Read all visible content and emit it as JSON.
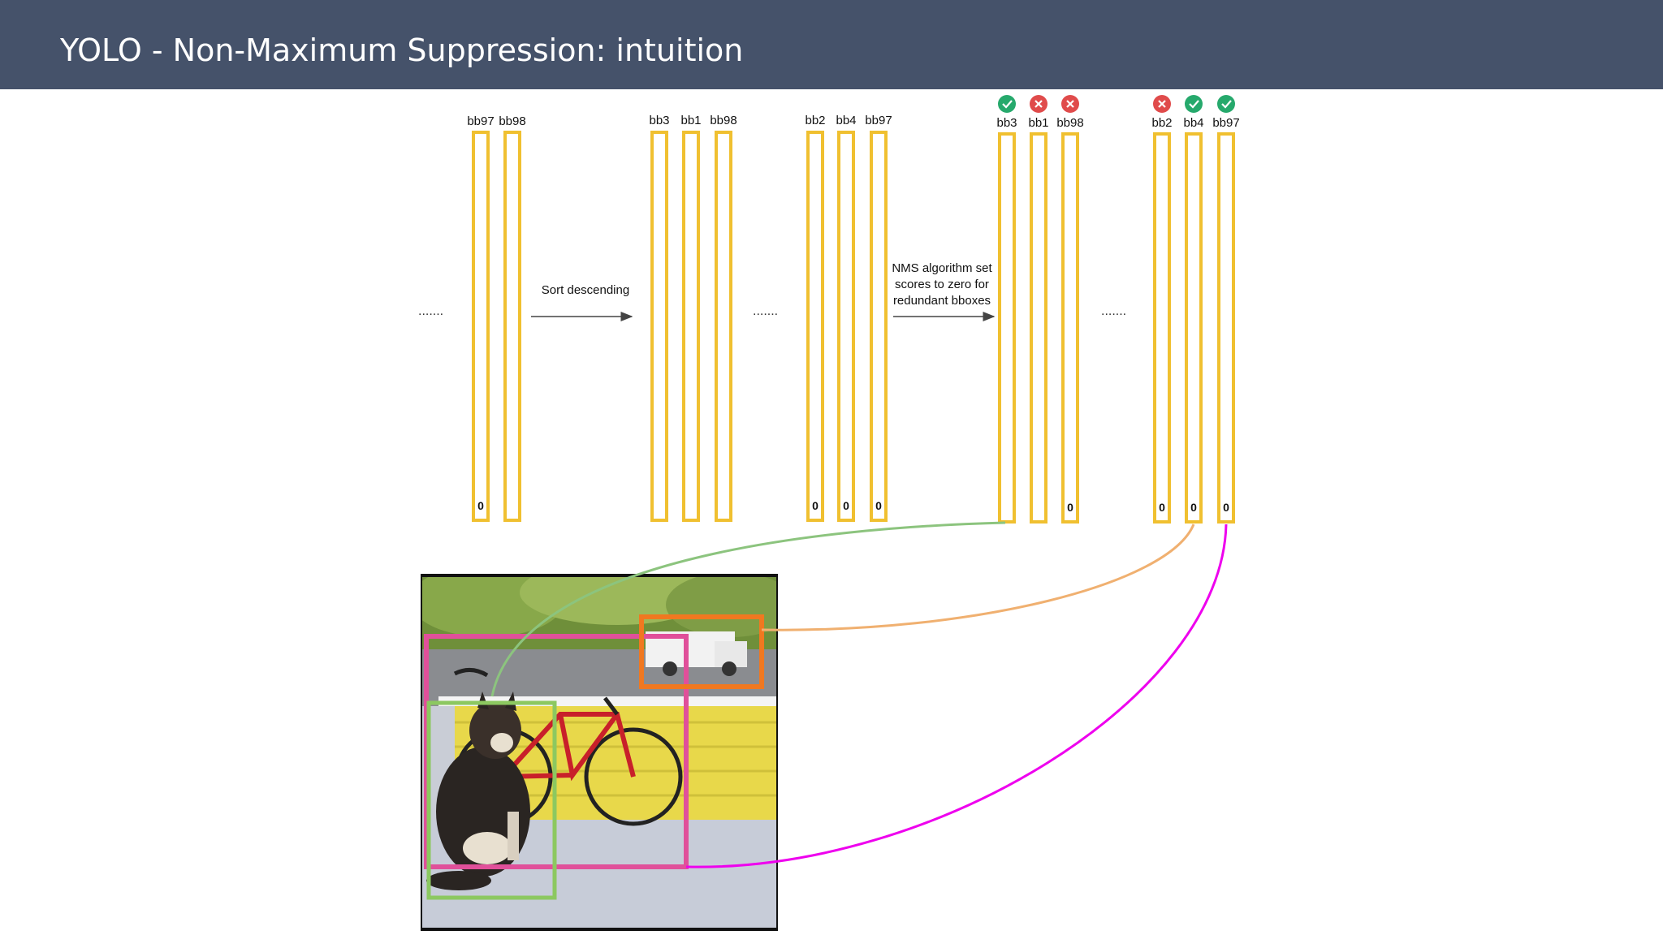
{
  "title": "YOLO - Non-Maximum Suppression: intuition",
  "ellipsis": ".......",
  "zero": "0",
  "groups": [
    {
      "labels": [
        "bb97",
        "bb98"
      ]
    },
    {
      "labels": [
        "bb3",
        "bb1",
        "bb98"
      ]
    },
    {
      "labels": [
        "bb2",
        "bb4",
        "bb97"
      ]
    },
    {
      "labels": [
        "bb3",
        "bb1",
        "bb98"
      ],
      "status": [
        "keep",
        "discard",
        "discard"
      ]
    },
    {
      "labels": [
        "bb2",
        "bb4",
        "bb97"
      ],
      "status": [
        "discard",
        "keep",
        "keep"
      ]
    }
  ],
  "arrows": {
    "sort": "Sort descending",
    "nms": [
      "NMS algorithm set",
      "scores to zero for",
      "redundant bboxes"
    ]
  },
  "colors": {
    "header": "#45526a",
    "bar": "#f0c030",
    "keep": "#26a96c",
    "discard": "#e04b4b",
    "link_green": "#8cc47e",
    "link_orange": "#f0b070",
    "link_magenta": "#ee00ee",
    "box_pink": "#e0509a",
    "box_orange": "#f07820",
    "box_green": "#8cc860"
  },
  "photo": {
    "description_icon": "dog-bicycle-photo"
  }
}
